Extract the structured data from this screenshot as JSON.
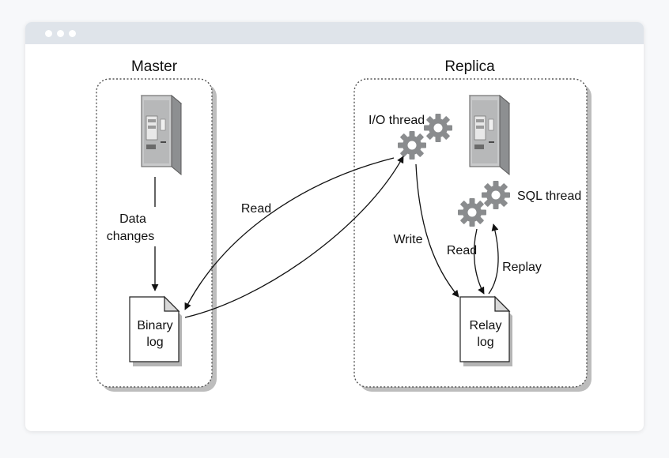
{
  "diagram": {
    "master": {
      "title": "Master",
      "edge_data_changes": [
        "Data",
        "changes"
      ],
      "binary_log": [
        "Binary",
        "log"
      ]
    },
    "replica": {
      "title": "Replica",
      "io_thread": "I/O thread",
      "sql_thread": "SQL thread",
      "relay_log": [
        "Relay",
        "log"
      ],
      "edge_write": "Write",
      "edge_read": "Read",
      "edge_replay": "Replay"
    },
    "edge_read_binlog": "Read"
  },
  "colors": {
    "box_border": "#555555",
    "shadow": "#bdbdbd",
    "arrow": "#111111",
    "gear": "#8a8c8e"
  }
}
